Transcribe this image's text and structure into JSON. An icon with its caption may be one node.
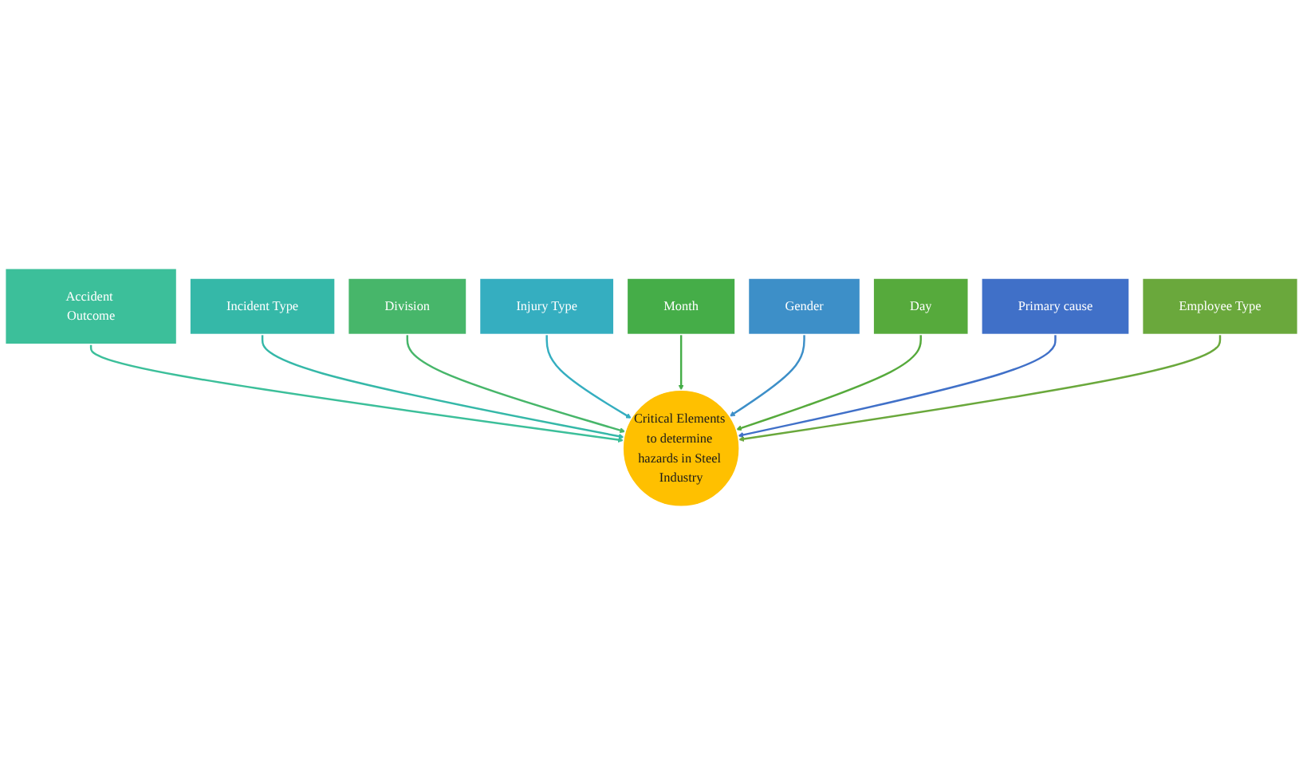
{
  "diagram": {
    "nodes": [
      {
        "text": [
          "Accident Outcome"
        ]
      },
      {
        "text": [
          "Incident Type"
        ]
      },
      {
        "text": [
          "Division"
        ]
      },
      {
        "text": [
          "Injury Type"
        ]
      },
      {
        "text": [
          "Month"
        ]
      },
      {
        "text": [
          "Gender"
        ]
      },
      {
        "text": [
          "Critical Elements to determine hazards in Steel Industry"
        ]
      },
      {
        "text": [
          "Day"
        ]
      },
      {
        "text": [
          "Primary cause"
        ]
      },
      {
        "text": [
          "Employee Type"
        ]
      }
    ],
    "edges": [
      {
        "from": 0,
        "to": 6,
        "arrow": "to",
        "color": "#3cbf9a"
      },
      {
        "from": 1,
        "to": 6,
        "arrow": "to",
        "color": "#35b8a8"
      },
      {
        "from": 2,
        "to": 6,
        "arrow": "to",
        "color": "#47b66a"
      },
      {
        "from": 3,
        "to": 6,
        "arrow": "to",
        "color": "#35aec0"
      },
      {
        "from": 4,
        "to": 6,
        "arrow": "to",
        "color": "#45ad48"
      },
      {
        "from": 5,
        "to": 6,
        "arrow": "to",
        "color": "#3d8fc8"
      },
      {
        "from": 7,
        "to": 6,
        "arrow": "to",
        "color": "#56aa3c"
      },
      {
        "from": 8,
        "to": 6,
        "arrow": "to",
        "color": "#4070c8"
      },
      {
        "from": 9,
        "to": 6,
        "arrow": "to",
        "color": "#6aa83c"
      }
    ]
  }
}
